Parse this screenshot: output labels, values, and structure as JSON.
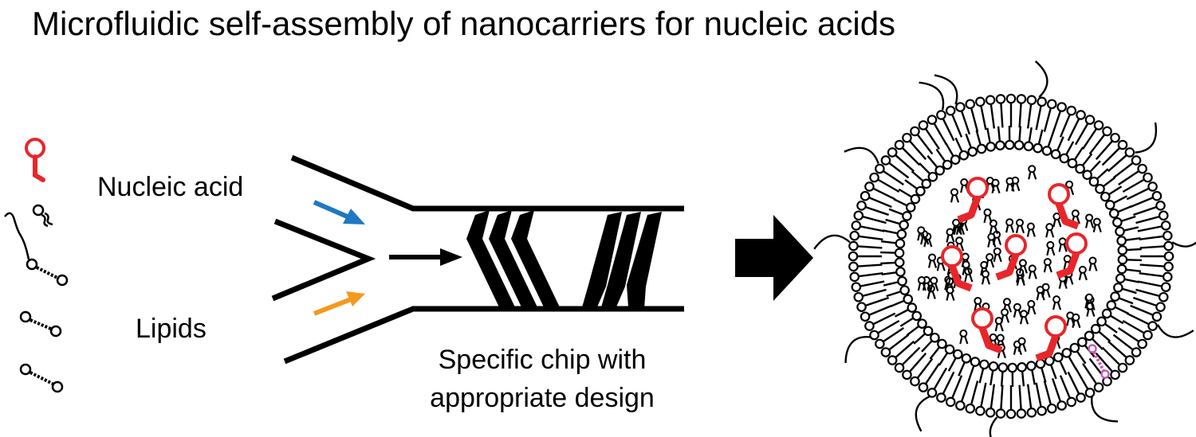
{
  "title": "Microfluidic self-assembly of nanocarriers for nucleic acids",
  "labels": {
    "nucleic_acid": "Nucleic acid",
    "lipids": "Lipids",
    "chip_line1": "Specific chip with",
    "chip_line2": "appropriate design"
  },
  "colors": {
    "nucleic_acid": "#e8262a",
    "nucleic_acid_flow": "#1f78c1",
    "lipid_flow": "#f39a1e",
    "peg_lipid": "#c45bb8",
    "ink": "#000000"
  },
  "icons": {
    "transform_arrow": "block-arrow-right-icon"
  }
}
